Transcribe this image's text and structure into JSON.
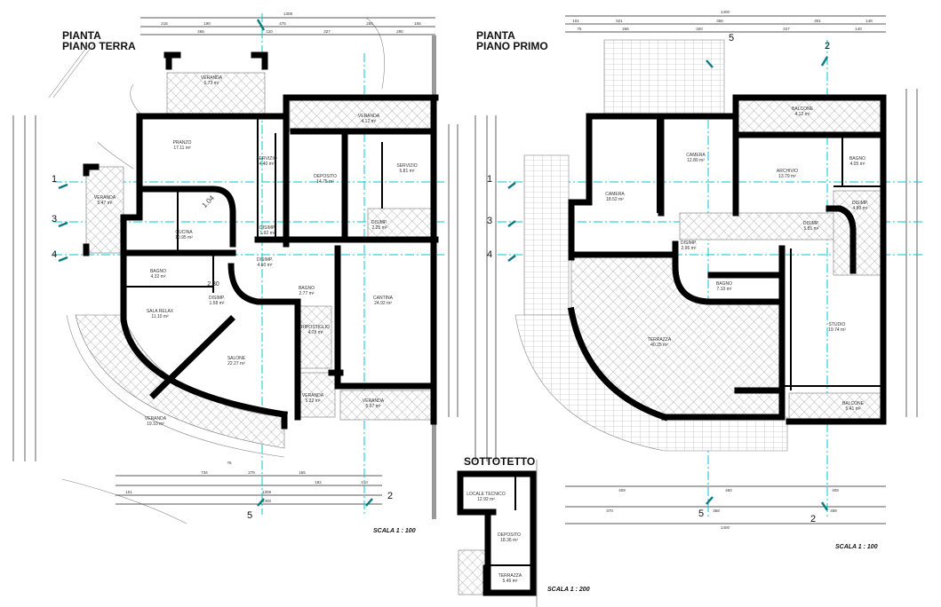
{
  "ground_floor": {
    "title_line1": "PIANTA",
    "title_line2": "PIANO TERRA",
    "scale": "SCALA 1 : 100",
    "rooms": [
      {
        "name": "VERANDA",
        "area": "5.73 m²"
      },
      {
        "name": "PRANZO",
        "area": "17.11 m²"
      },
      {
        "name": "SERVIZIO",
        "area": "4.40 m²"
      },
      {
        "name": "VERANDA",
        "area": "4.12 m²"
      },
      {
        "name": "DEPOSITO",
        "area": "14.75 m²"
      },
      {
        "name": "SERVIZIO",
        "area": "5.81 m²"
      },
      {
        "name": "VERANDA",
        "area": "5.47 m²"
      },
      {
        "name": "CUCINA",
        "area": "10.95 m²"
      },
      {
        "name": "DISIMP.",
        "area": "1.92 m²"
      },
      {
        "name": "DISIMP.",
        "area": "2.25 m²"
      },
      {
        "name": "BAGNO",
        "area": "4.32 m²"
      },
      {
        "name": "DISIMP.",
        "area": "4.60 m²"
      },
      {
        "name": "DISIMP.",
        "area": "1.58 m²"
      },
      {
        "name": "BAGNO",
        "area": "2.77 m²"
      },
      {
        "name": "CANTINA",
        "area": "24.92 m²"
      },
      {
        "name": "SALA RELAX",
        "area": "11.10 m²"
      },
      {
        "name": "SALONE",
        "area": "22.27 m²"
      },
      {
        "name": "RIPOSTIGLIO",
        "area": "4.78 m²"
      },
      {
        "name": "VERANDA",
        "area": "5.22 m²"
      },
      {
        "name": "VERANDA",
        "area": "5.97 m²"
      },
      {
        "name": "VERANDA",
        "area": "19.10 m²"
      }
    ],
    "dims_top": [
      "1309",
      "216",
      "190",
      "475",
      "256",
      "165",
      "466",
      "120",
      "327",
      "290"
    ],
    "dims_bottom": [
      "734",
      "279",
      "165",
      "1309",
      "1400",
      "101",
      "410",
      "76",
      "192"
    ],
    "arc_labels": [
      "1.04",
      "2.30"
    ],
    "axes": [
      "1",
      "3",
      "4",
      "5",
      "2"
    ]
  },
  "first_floor": {
    "title_line1": "PIANTA",
    "title_line2": "PIANO PRIMO",
    "scale": "SCALA 1 : 100",
    "rooms": [
      {
        "name": "BALCONE",
        "area": "4.12 m²"
      },
      {
        "name": "CAMERA",
        "area": "18.52 m²"
      },
      {
        "name": "CAMERA",
        "area": "12.80 m²"
      },
      {
        "name": "ARCHIVIO",
        "area": "13.79 m²"
      },
      {
        "name": "BAGNO",
        "area": "4.05 m²"
      },
      {
        "name": "DISIMP.",
        "area": "4.80 m²"
      },
      {
        "name": "DISIMP.",
        "area": "5.81 m²"
      },
      {
        "name": "DISIMP.",
        "area": "2.96 m²"
      },
      {
        "name": "BAGNO",
        "area": "7.10 m²"
      },
      {
        "name": "TERRAZZA",
        "area": "40.25 m²"
      },
      {
        "name": "STUDIO",
        "area": "19.74 m²"
      },
      {
        "name": "BALCONE",
        "area": "5.41 m²"
      }
    ],
    "dims_top": [
      "1400",
      "101",
      "521",
      "356",
      "301",
      "146",
      "75",
      "266",
      "320",
      "427",
      "140"
    ],
    "dims_bottom": [
      "409",
      "460",
      "409",
      "370",
      "368",
      "499",
      "1400"
    ],
    "axes": [
      "5",
      "2",
      "1",
      "3",
      "4",
      "5",
      "2"
    ]
  },
  "attic": {
    "title": "SOTTOTETTO",
    "scale": "SCALA 1 : 200",
    "rooms": [
      {
        "name": "LOCALE TECNICO",
        "area": "12.92 m²"
      },
      {
        "name": "DEPOSITO",
        "area": "18.36 m²"
      },
      {
        "name": "TERRAZZA",
        "area": "5.46 m²"
      }
    ]
  }
}
